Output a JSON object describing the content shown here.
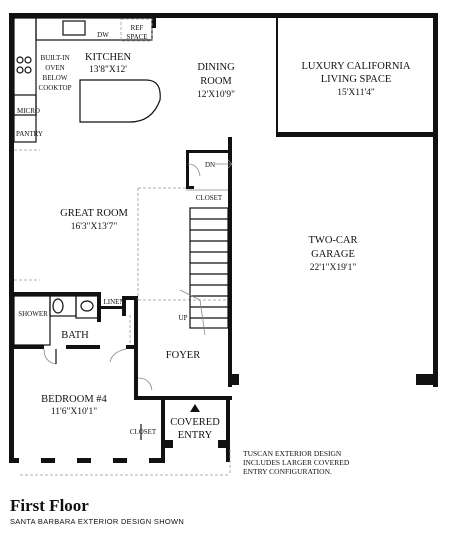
{
  "plan": {
    "title": "First Floor",
    "subtitle": "SANTA BARBARA EXTERIOR DESIGN SHOWN",
    "note": [
      "TUSCAN EXTERIOR DESIGN",
      "INCLUDES LARGER COVERED",
      "ENTRY CONFIGURATION."
    ],
    "rooms": {
      "kitchen": {
        "name": "KITCHEN",
        "dims": "13'8\"X12'"
      },
      "dining": {
        "name": [
          "DINING",
          "ROOM"
        ],
        "dims": "12'X10'9\""
      },
      "luxury": {
        "name": [
          "LUXURY CALIFORNIA",
          "LIVING SPACE"
        ],
        "dims": "15'X11'4\""
      },
      "great_room": {
        "name": "GREAT ROOM",
        "dims": "16'3\"X13'7\""
      },
      "garage": {
        "name": [
          "TWO-CAR",
          "GARAGE"
        ],
        "dims": "22'1\"X19'1\""
      },
      "bath": {
        "name": "BATH"
      },
      "shower": {
        "name": "SHOWER"
      },
      "linen": {
        "name": "LINEN"
      },
      "foyer": {
        "name": "FOYER"
      },
      "bedroom4": {
        "name": "BEDROOM #4",
        "dims": "11'6\"X10'1\""
      },
      "covered_entry": {
        "name": [
          "COVERED",
          "ENTRY"
        ]
      }
    },
    "labels": {
      "dw": "DW",
      "ref_space": [
        "REF",
        "SPACE"
      ],
      "built_in": [
        "BUILT-IN",
        "OVEN",
        "BELOW",
        "COOKTOP"
      ],
      "micro": "MICRO",
      "pantry": "PANTRY",
      "dn": "DN",
      "closet": "CLOSET",
      "up": "UP",
      "bedroom_closet": "CLOSET"
    }
  }
}
